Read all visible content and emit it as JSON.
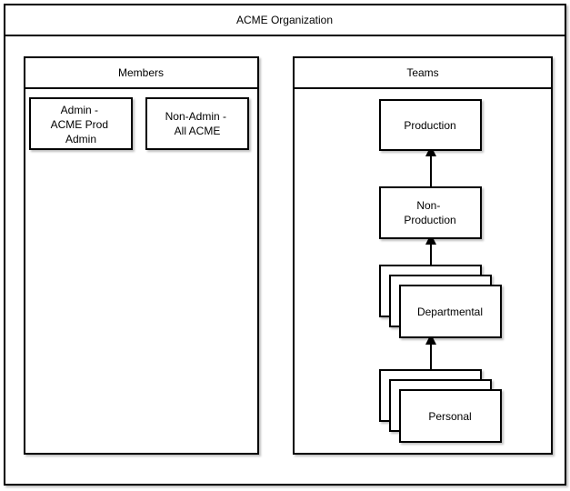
{
  "organization": {
    "title": "ACME Organization"
  },
  "members": {
    "title": "Members",
    "items": [
      {
        "lines": [
          "Admin -",
          "ACME Prod",
          "Admin"
        ]
      },
      {
        "lines": [
          "Non-Admin -",
          "All ACME"
        ]
      }
    ]
  },
  "teams": {
    "title": "Teams",
    "nodes": [
      {
        "id": "production",
        "lines": [
          "Production"
        ],
        "stacked": false
      },
      {
        "id": "non-production",
        "lines": [
          "Non-",
          "Production"
        ],
        "stacked": false
      },
      {
        "id": "departmental",
        "lines": [
          "Departmental"
        ],
        "stacked": true
      },
      {
        "id": "personal",
        "lines": [
          "Personal"
        ],
        "stacked": true
      }
    ],
    "edges": [
      {
        "from": "non-production",
        "to": "production"
      },
      {
        "from": "departmental",
        "to": "non-production"
      },
      {
        "from": "personal",
        "to": "departmental"
      }
    ]
  },
  "colors": {
    "stroke": "#000000",
    "fill": "#ffffff",
    "text": "#000000"
  }
}
